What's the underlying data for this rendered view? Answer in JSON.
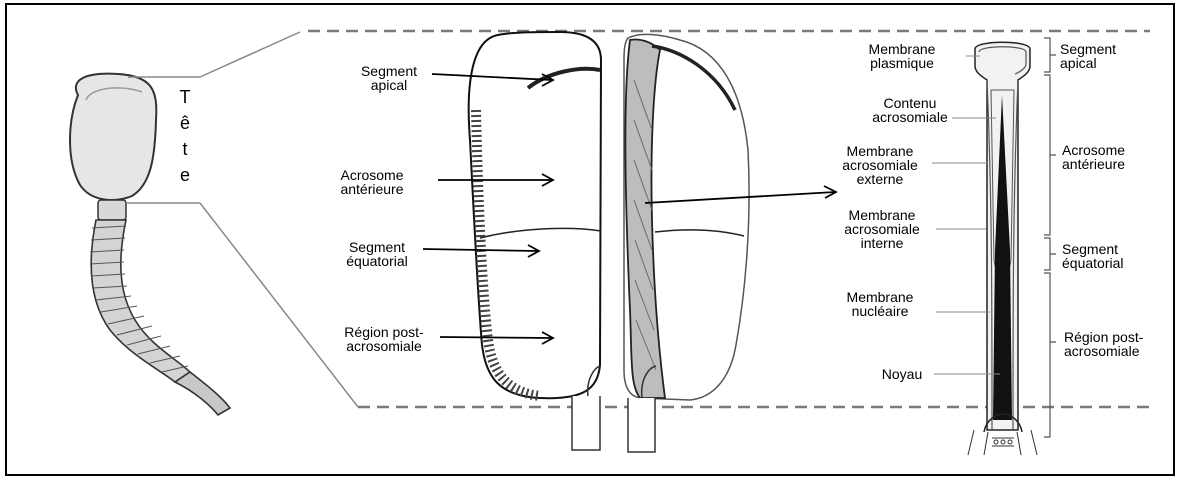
{
  "head_label_letters": [
    "T",
    "ê",
    "t",
    "e"
  ],
  "middle_labels": {
    "apical": [
      "Segment",
      "apical"
    ],
    "anterior": [
      "Acrosome",
      "antérieure"
    ],
    "equatorial": [
      "Segment",
      "équatorial"
    ],
    "post": [
      "Région post-",
      "acrosomiale"
    ]
  },
  "right_labels": {
    "membrane_plasmique": [
      "Membrane",
      "plasmique"
    ],
    "contenu": [
      "Contenu",
      "acrosomiale"
    ],
    "externe": [
      "Membrane",
      "acrosomiale",
      "externe"
    ],
    "interne": [
      "Membrane",
      "acrosomiale",
      "interne"
    ],
    "nucleaire": [
      "Membrane",
      "nucléaire"
    ],
    "noyau": [
      "Noyau"
    ]
  },
  "bracket_labels": {
    "apical": [
      "Segment",
      "apical"
    ],
    "anterior": [
      "Acrosome",
      "antérieure"
    ],
    "equatorial": [
      "Segment",
      "équatorial"
    ],
    "post": [
      "Région post-",
      "acrosomiale"
    ]
  },
  "colors": {
    "ink": "#000000",
    "dashed": "#7a7a7a",
    "connector": "#888888",
    "nucleus": "#111111"
  }
}
